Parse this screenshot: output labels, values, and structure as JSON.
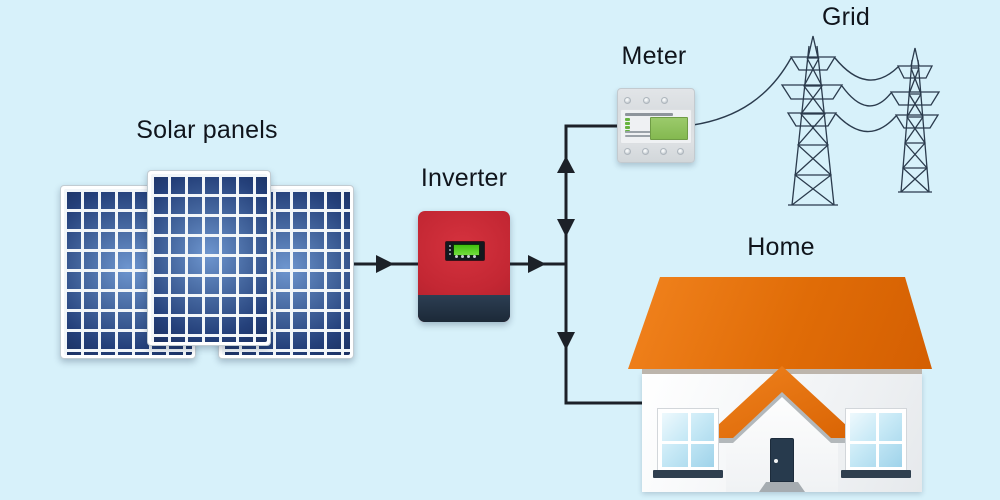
{
  "diagram": {
    "type": "flow-diagram",
    "subject": "residential solar power system",
    "background_color": "#d7f1fa",
    "nodes": [
      {
        "id": "solar-panels",
        "label": "Solar panels",
        "icon": "solar-panels-icon",
        "color": "#2e4a87"
      },
      {
        "id": "inverter",
        "label": "Inverter",
        "icon": "inverter-icon",
        "color": "#c32733"
      },
      {
        "id": "meter",
        "label": "Meter",
        "icon": "electric-meter-icon",
        "color": "#dfe2e5"
      },
      {
        "id": "grid",
        "label": "Grid",
        "icon": "transmission-towers-icon",
        "color": "#2b3b4d"
      },
      {
        "id": "home",
        "label": "Home",
        "icon": "house-icon",
        "color": "#e8740c"
      }
    ],
    "edges": [
      {
        "from": "solar-panels",
        "to": "inverter",
        "connector": "arrow-right"
      },
      {
        "from": "inverter",
        "to": "junction",
        "connector": "arrow-right"
      },
      {
        "from": "junction",
        "to": "meter",
        "connector": "arrow-up"
      },
      {
        "from": "junction",
        "to": "home",
        "connector": "arrow-down"
      },
      {
        "from": "meter",
        "to": "grid",
        "connector": "curved-wire"
      }
    ],
    "colors": {
      "line": "#1c2128",
      "panel_blue": "#2e4a87",
      "inverter_red": "#c32733",
      "inverter_base_navy": "#223447",
      "roof_orange": "#e8740c",
      "lcd_green": "#8cc063",
      "inverter_screen_green": "#47c414",
      "window_blue": "#9fd3ea",
      "sky": "#d7f1fa"
    }
  }
}
